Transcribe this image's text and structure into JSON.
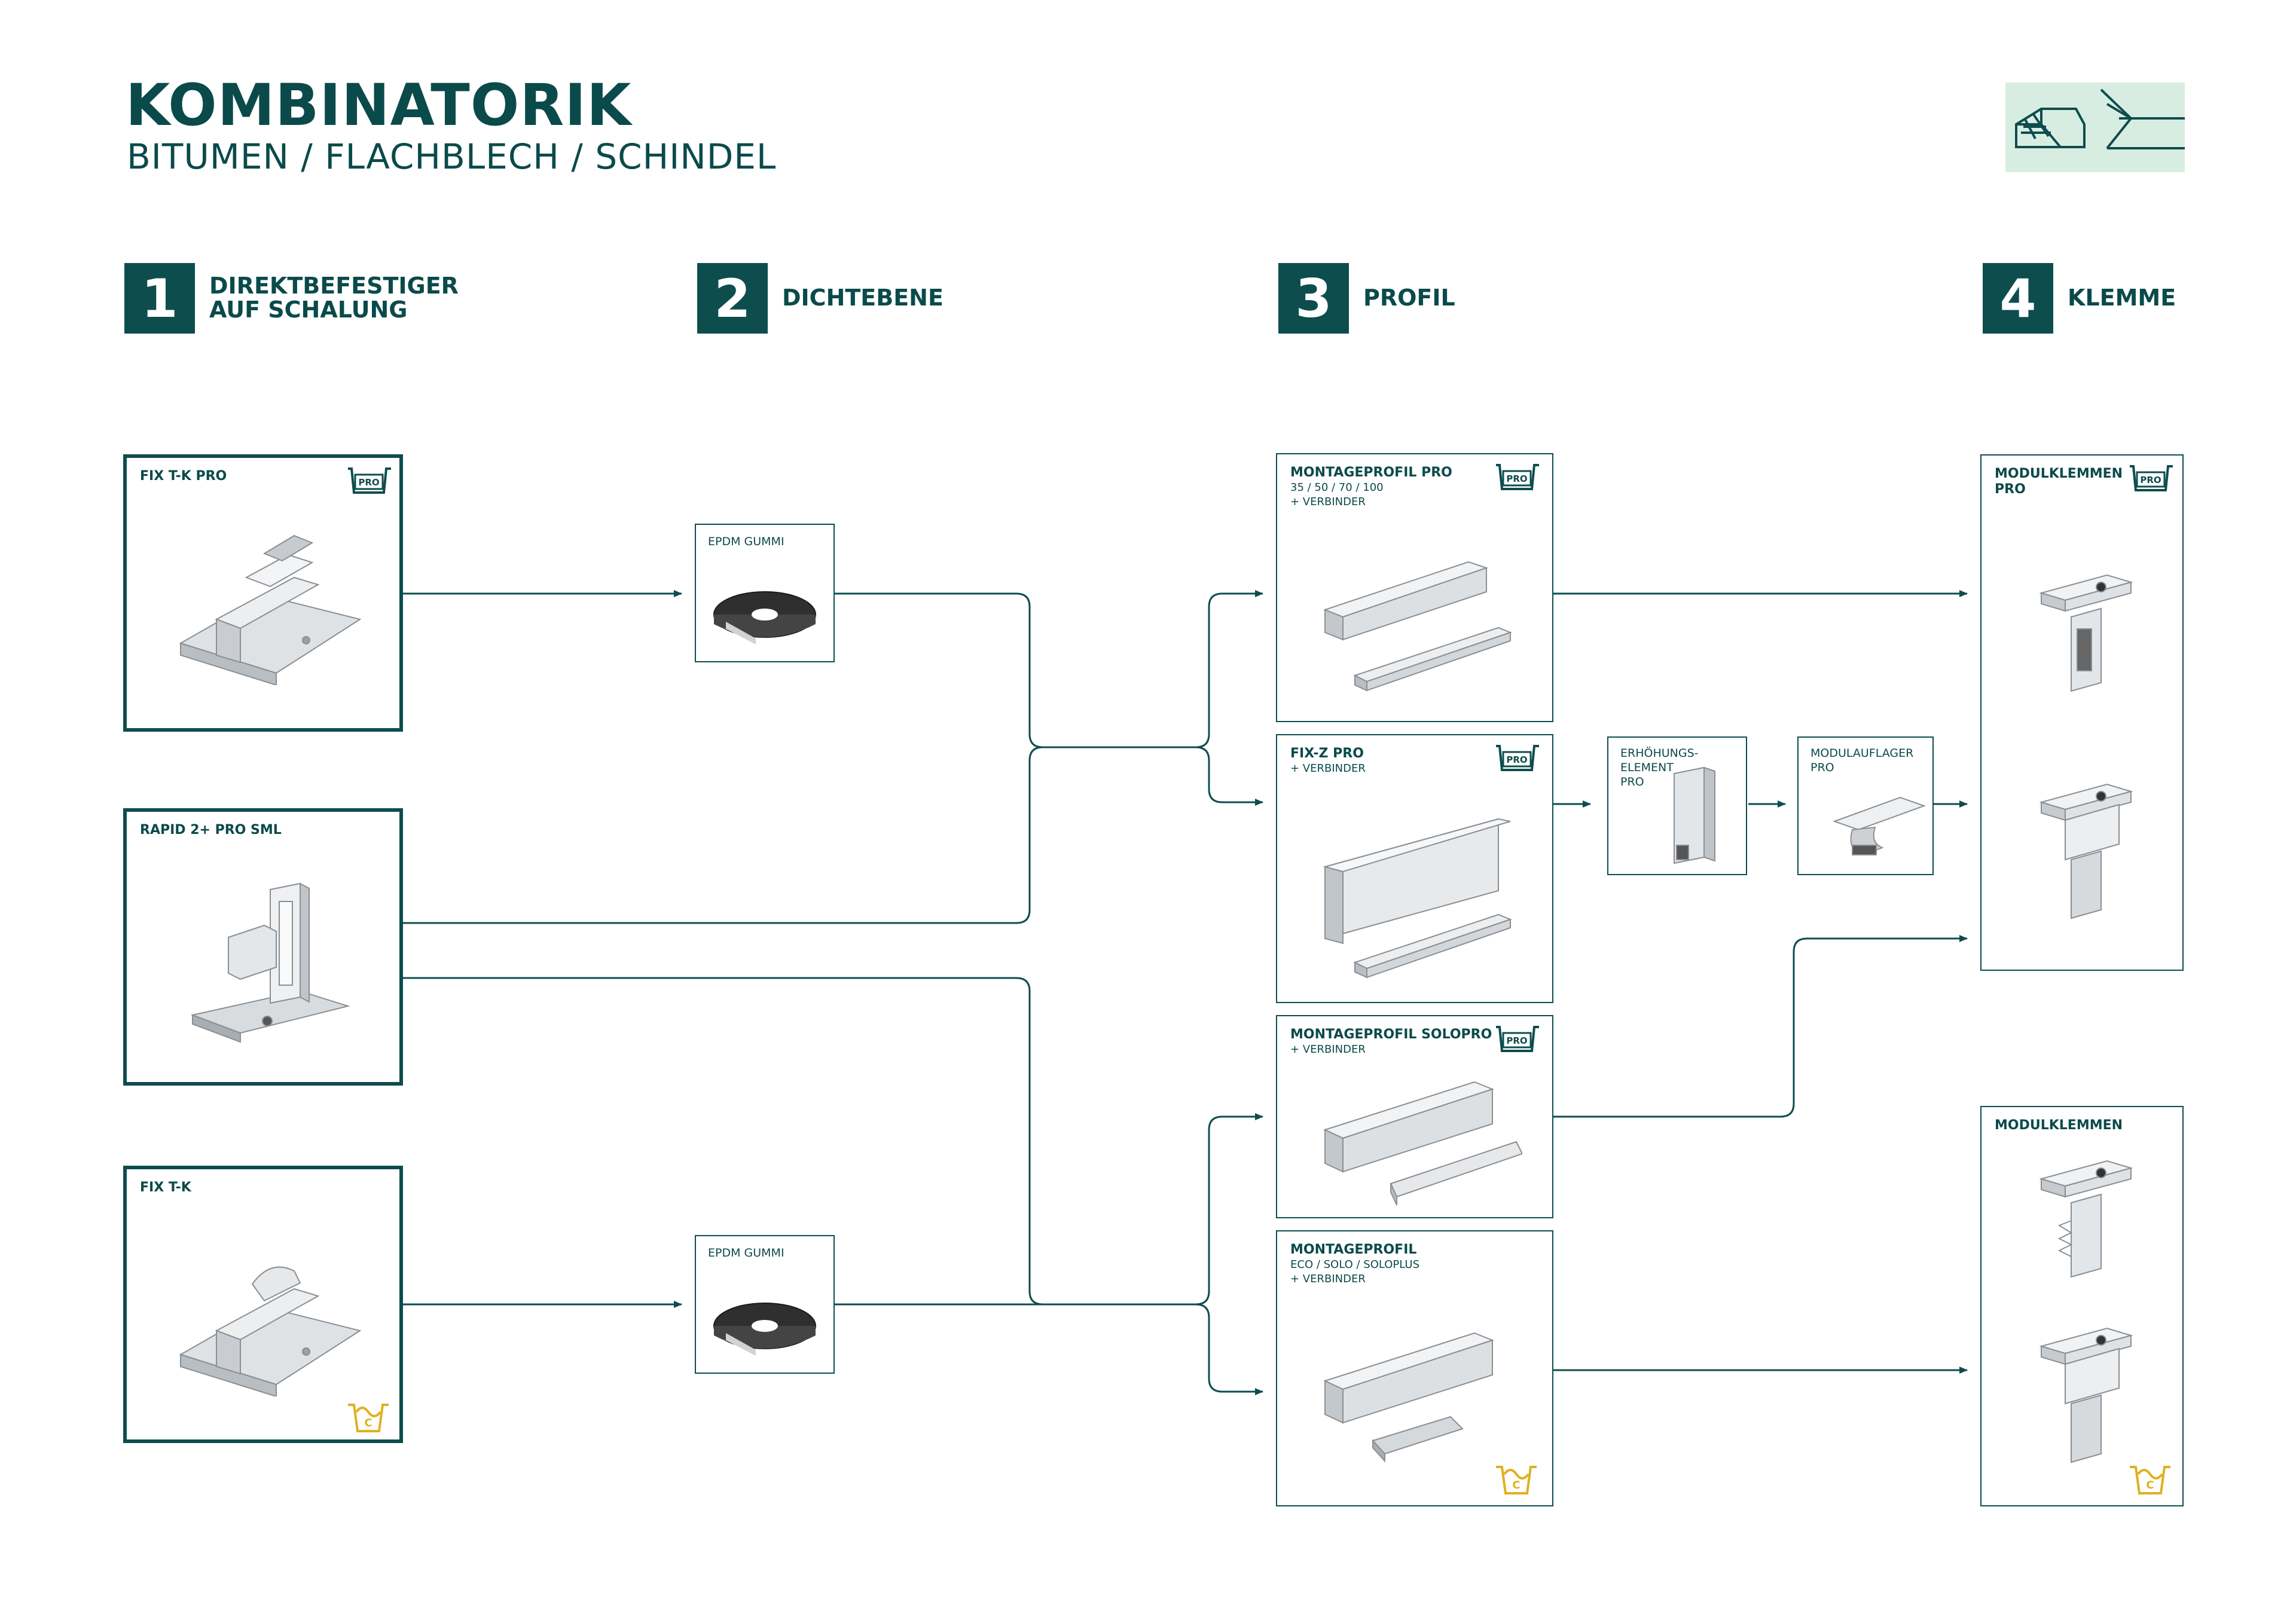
{
  "header": {
    "title": "KOMBINATORIK",
    "subtitle": "BITUMEN / FLACHBLECH / SCHINDEL"
  },
  "steps": [
    {
      "number": "1",
      "label_line1": "DIREKTBEFESTIGER",
      "label_line2": "AUF SCHALUNG"
    },
    {
      "number": "2",
      "label_line1": "DICHTEBENE",
      "label_line2": ""
    },
    {
      "number": "3",
      "label_line1": "PROFIL",
      "label_line2": ""
    },
    {
      "number": "4",
      "label_line1": "KLEMME",
      "label_line2": ""
    }
  ],
  "fasteners": [
    {
      "title": "FIX T-K PRO",
      "badge": "PRO"
    },
    {
      "title": "RAPID 2+ PRO SML",
      "badge": ""
    },
    {
      "title": "FIX T-K",
      "badge": "CS"
    }
  ],
  "seals": [
    {
      "title": "EPDM GUMMI"
    },
    {
      "title": "EPDM GUMMI"
    }
  ],
  "profiles": [
    {
      "title": "MONTAGEPROFIL PRO",
      "sub1": "35 / 50 / 70 / 100",
      "sub2": "+ VERBINDER",
      "badge": "PRO"
    },
    {
      "title": "FIX-Z PRO",
      "sub1": "+ VERBINDER",
      "sub2": "",
      "badge": "PRO"
    },
    {
      "title": "MONTAGEPROFIL SOLOPRO",
      "sub1": "+ VERBINDER",
      "sub2": "",
      "badge": "PRO"
    },
    {
      "title": "MONTAGEPROFIL",
      "sub1": "ECO / SOLO / SOLOPLUS",
      "sub2": "+ VERBINDER",
      "badge": "CS"
    }
  ],
  "accessories": [
    {
      "line1": "ERHÖHUNGS-",
      "line2": "ELEMENT",
      "line3": "PRO"
    },
    {
      "line1": "MODULAUFLAGER",
      "line2": "PRO",
      "line3": ""
    }
  ],
  "clamps": [
    {
      "title_line1": "MODULKLEMMEN",
      "title_line2": "PRO",
      "badge": "PRO"
    },
    {
      "title_line1": "MODULKLEMMEN",
      "title_line2": "",
      "badge": "CS"
    }
  ],
  "badges": {
    "pro": "PRO",
    "cs": "C"
  },
  "colors": {
    "primary": "#0e4d4e",
    "roof_bg": "#d8ede2",
    "cs_badge": "#e0b020"
  }
}
